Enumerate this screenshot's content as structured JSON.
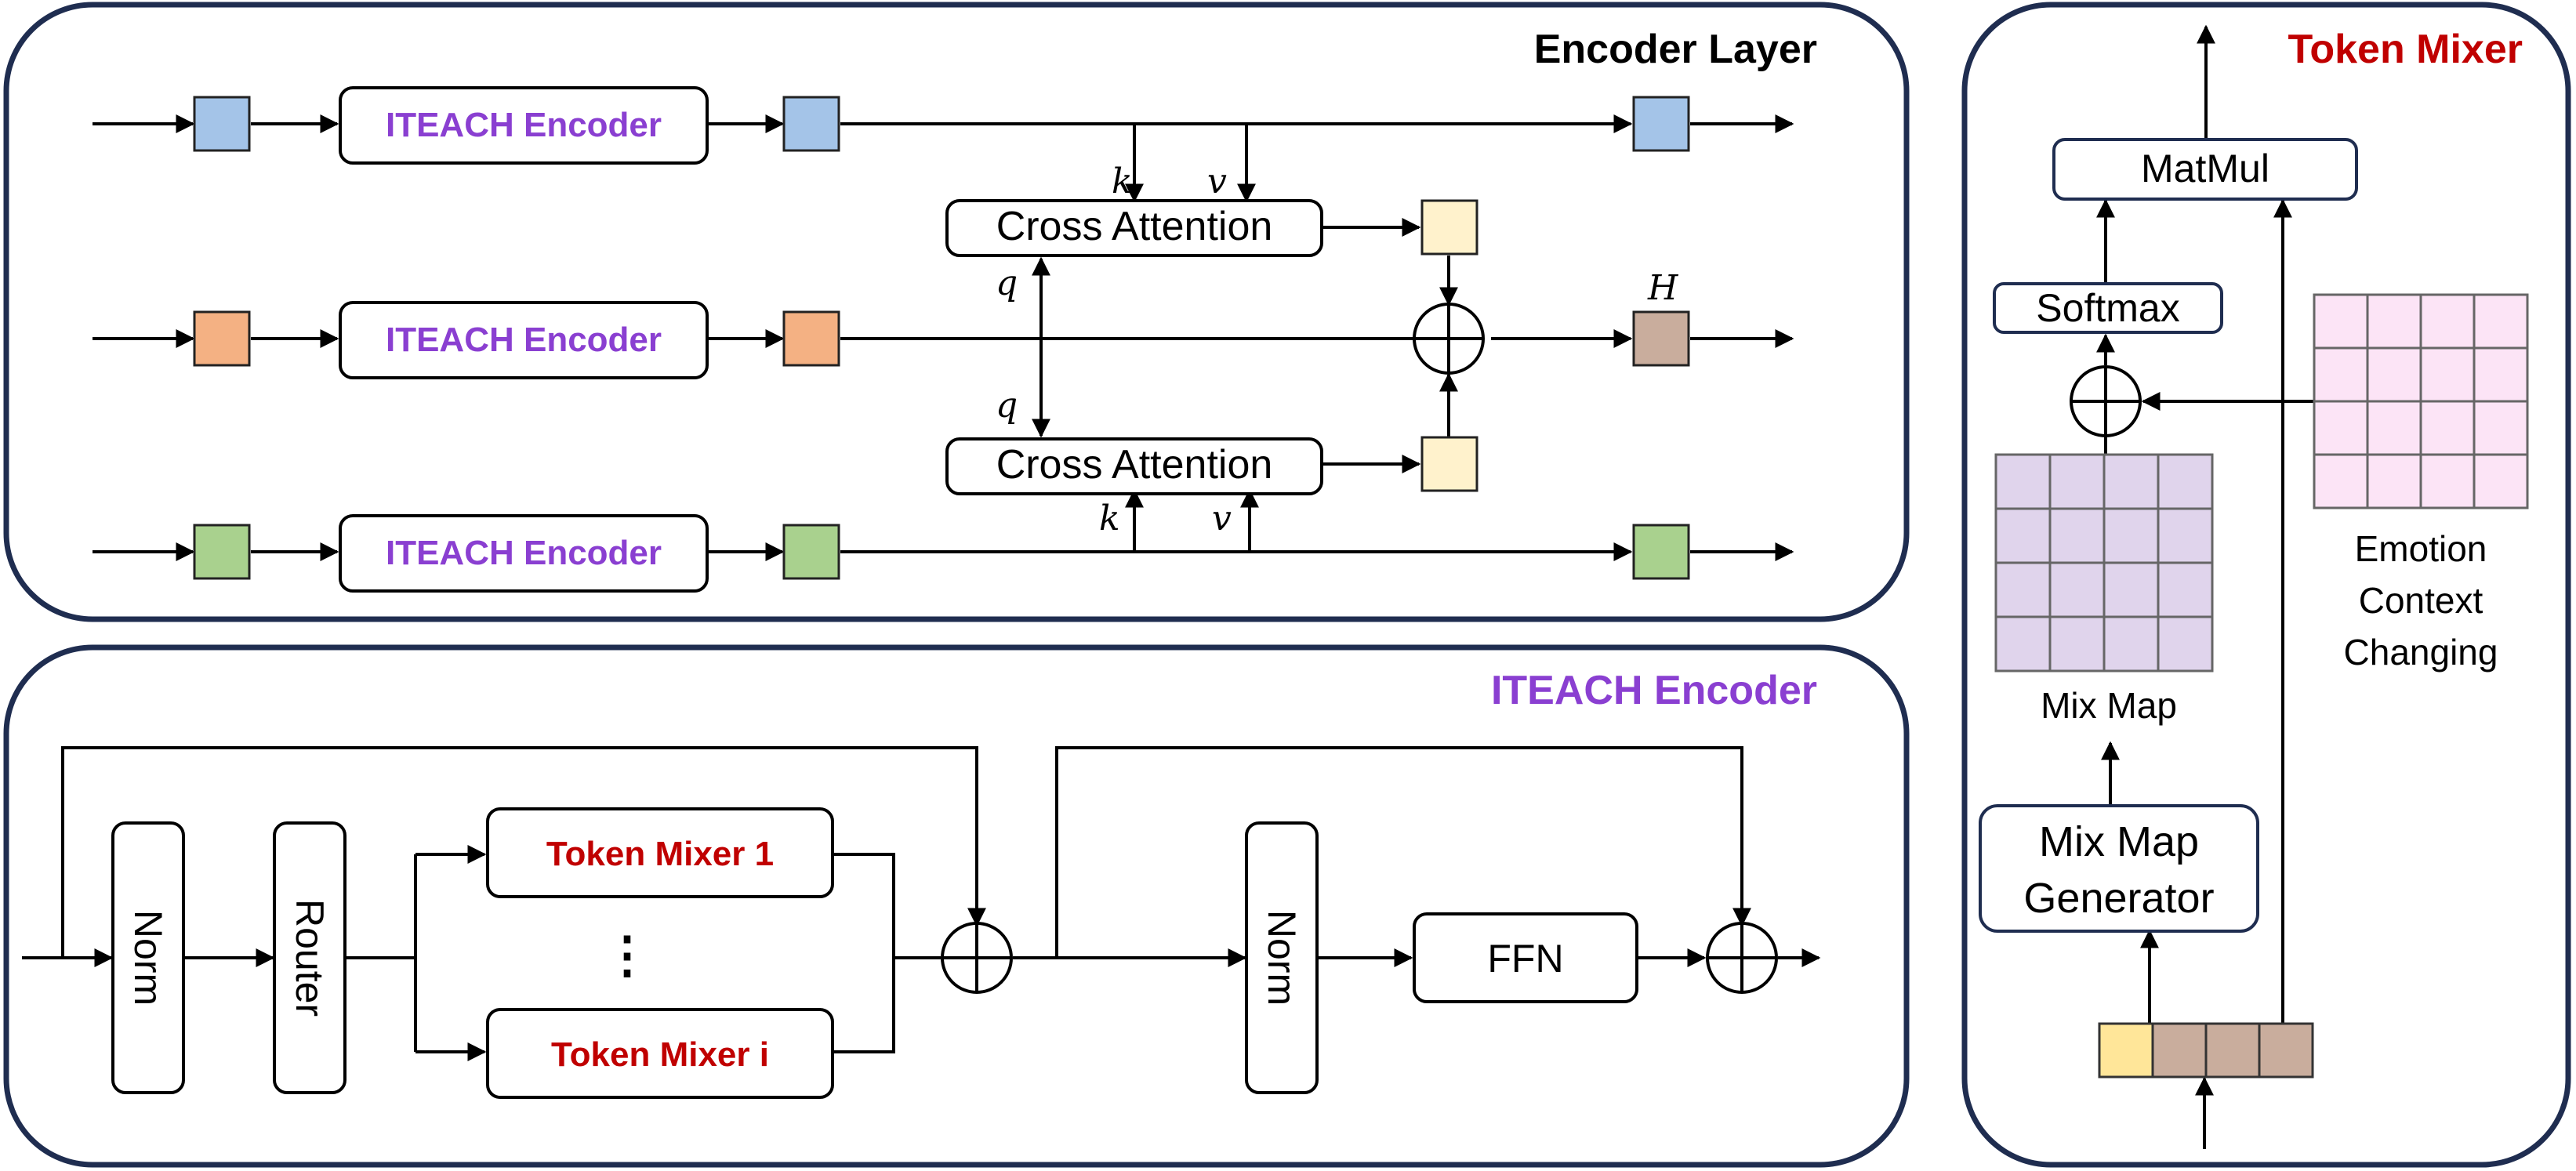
{
  "colors": {
    "panel_border": "#1f2d50",
    "purple_text": "#8a3fd1",
    "red_text": "#c00000",
    "blue_token": "#a4c4e8",
    "orange_token": "#f4b183",
    "green_token": "#a9d18e",
    "cream_token": "#fff2cc",
    "tan_token": "#c9ad9d",
    "yellow_token": "#ffe699",
    "mix_map_fill": "#e0d4ec",
    "emotion_fill": "#fce4f6"
  },
  "encoder_layer": {
    "title": "Encoder Layer",
    "encoder_label": "ITEACH Encoder",
    "cross_attention_label": "Cross Attention",
    "k_label": "k",
    "v_label": "v",
    "q_label": "q",
    "h_label": "H"
  },
  "iteach_encoder": {
    "title": "ITEACH Encoder",
    "norm_label": "Norm",
    "router_label": "Router",
    "token_mixer_1": "Token Mixer 1",
    "ellipsis": "⋮",
    "token_mixer_i": "Token Mixer i",
    "ffn_label": "FFN"
  },
  "token_mixer": {
    "title": "Token Mixer",
    "matmul_label": "MatMul",
    "softmax_label": "Softmax",
    "mix_map_label": "Mix Map",
    "emotion_lines": [
      "Emotion",
      "Context",
      "Changing"
    ],
    "generator_lines": [
      "Mix Map",
      "Generator"
    ]
  }
}
